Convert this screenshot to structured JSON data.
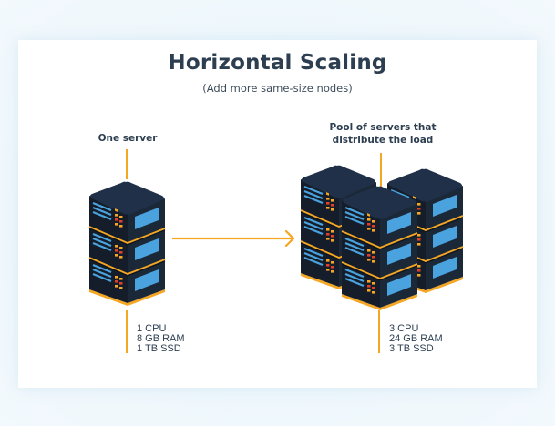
{
  "title": "Horizontal Scaling",
  "subtitle": "(Add more same-size nodes)",
  "single": {
    "label": "One server",
    "specs": [
      "1 CPU",
      "8 GB RAM",
      "1 TB SSD"
    ]
  },
  "pool": {
    "label_lines": [
      "Pool of servers that",
      "distribute the load"
    ],
    "specs": [
      "3 CPU",
      "24 GB RAM",
      "3 TB SSD"
    ]
  },
  "colors": {
    "background": "#eaf5fb",
    "title": "#2c3e50",
    "accent_orange": "#f5a623",
    "server_dark": "#1b2838",
    "server_top": "#1f3048",
    "screen_blue": "#4aa3df",
    "led_red": "#e0402a",
    "led_orange": "#f5a623"
  }
}
